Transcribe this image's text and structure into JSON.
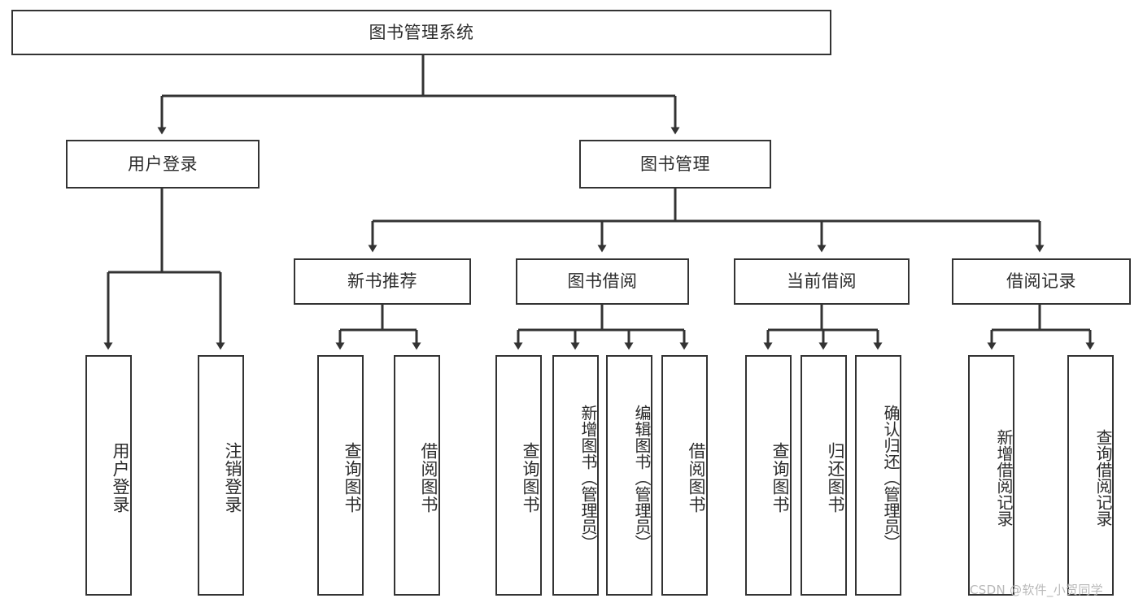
{
  "diagram": {
    "type": "tree-hierarchy",
    "title_node": {
      "id": "root",
      "label": "图书管理系统"
    },
    "level2": [
      {
        "id": "user-login",
        "label": "用户登录"
      },
      {
        "id": "book-manage",
        "label": "图书管理"
      }
    ],
    "level3": [
      {
        "id": "new-book-rec",
        "label": "新书推荐"
      },
      {
        "id": "book-borrow",
        "label": "图书借阅"
      },
      {
        "id": "current-borrow",
        "label": "当前借阅"
      },
      {
        "id": "borrow-record",
        "label": "借阅记录"
      }
    ],
    "leaves": [
      {
        "id": "leaf-user-login",
        "label": "用户登录",
        "parent": "user-login"
      },
      {
        "id": "leaf-logout",
        "label": "注销登录",
        "parent": "user-login"
      },
      {
        "id": "leaf-query-book-1",
        "label": "查询图书",
        "parent": "new-book-rec"
      },
      {
        "id": "leaf-borrow-book-1",
        "label": "借阅图书",
        "parent": "new-book-rec"
      },
      {
        "id": "leaf-query-book-2",
        "label": "查询图书",
        "parent": "book-borrow"
      },
      {
        "id": "leaf-add-book",
        "label": "新增图书（管理员）",
        "parent": "book-borrow"
      },
      {
        "id": "leaf-edit-book",
        "label": "编辑图书（管理员）",
        "parent": "book-borrow"
      },
      {
        "id": "leaf-borrow-book-2",
        "label": "借阅图书",
        "parent": "book-borrow"
      },
      {
        "id": "leaf-query-book-3",
        "label": "查询图书",
        "parent": "current-borrow"
      },
      {
        "id": "leaf-return-book",
        "label": "归还图书",
        "parent": "current-borrow"
      },
      {
        "id": "leaf-confirm-return",
        "label": "确认归还（管理员）",
        "parent": "current-borrow"
      },
      {
        "id": "leaf-add-record",
        "label": "新增借阅记录",
        "parent": "borrow-record"
      },
      {
        "id": "leaf-query-record",
        "label": "查询借阅记录",
        "parent": "borrow-record"
      }
    ],
    "colors": {
      "border": "#333333",
      "text": "#2b2b2b",
      "background": "#ffffff",
      "edge": "#333333",
      "watermark": "#b9b9b9"
    }
  },
  "watermark": {
    "text": "CSDN @软件_小贺同学"
  }
}
